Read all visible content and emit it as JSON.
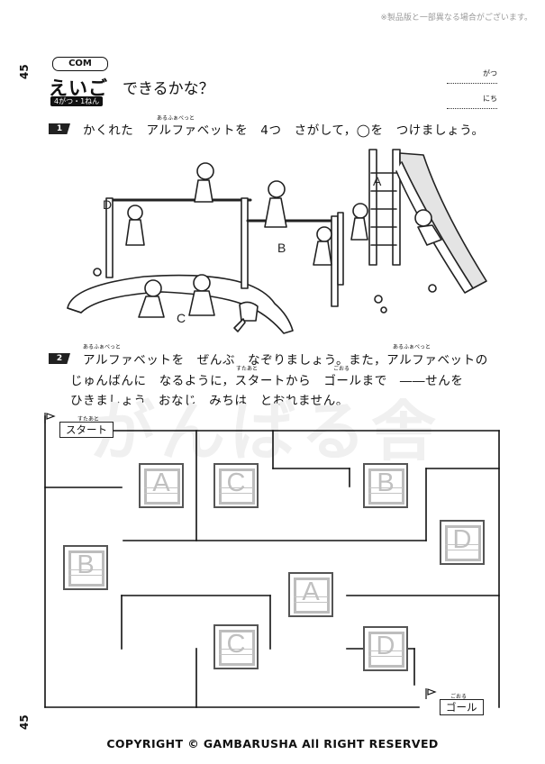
{
  "notice": "※製品版と一部異なる場合がございます。",
  "page_number": "45",
  "subject_tag": "COM",
  "subject": "えいご",
  "grade": "4がつ・1ねん",
  "title": "できるかな？",
  "date_labels": {
    "month": "がつ",
    "day": "にち"
  },
  "q1": {
    "number": "1",
    "text": "かくれた　アルファベットを　4つ　さがして，◯を　つけましょう。",
    "ruby": "あるふぁべっと"
  },
  "illustration": {
    "hidden_letters": [
      "D",
      "A",
      "B",
      "C"
    ]
  },
  "q2": {
    "number": "2",
    "line1": "アルファベットを　ぜんぶ　なぞりましょう。また，アルファベットの",
    "line2": "じゅんばんに　なるように，スタートから　ゴールまで　――せんを",
    "line3": "ひきましょう。おなじ　みちは　とおれません。",
    "ruby_alphabet": "あるふぁべっと",
    "ruby_start": "すたあと",
    "ruby_goal": "ごおる"
  },
  "watermark": "がんばる舎",
  "maze": {
    "start_label": "スタート",
    "goal_label": "ゴール",
    "start_ruby": "すたあと",
    "goal_ruby": "ごおる",
    "cards": [
      "A",
      "C",
      "B",
      "D",
      "B",
      "A",
      "C",
      "D"
    ]
  },
  "copyright": "COPYRIGHT © GAMBARUSHA All RIGHT RESERVED"
}
